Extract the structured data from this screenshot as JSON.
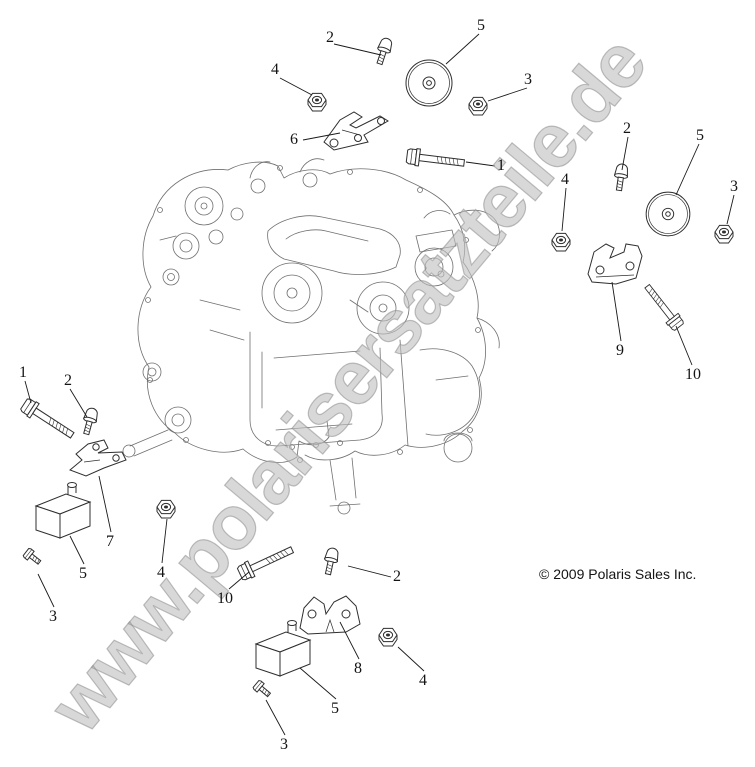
{
  "diagram": {
    "watermark": "www.polarisersatzteile.de",
    "copyright": "© 2009 Polaris Sales Inc.",
    "callouts": [
      {
        "label": "2",
        "part": "flange-screw"
      },
      {
        "label": "5",
        "part": "rubber-isolator-mount"
      },
      {
        "label": "4",
        "part": "flange-nut"
      },
      {
        "label": "3",
        "part": "flange-nut"
      },
      {
        "label": "6",
        "part": "engine-mount-bracket"
      },
      {
        "label": "1",
        "part": "hex-bolt"
      },
      {
        "label": "2",
        "part": "flange-screw"
      },
      {
        "label": "5",
        "part": "rubber-isolator-mount"
      },
      {
        "label": "4",
        "part": "flange-nut"
      },
      {
        "label": "3",
        "part": "flange-nut"
      },
      {
        "label": "9",
        "part": "engine-mount-bracket"
      },
      {
        "label": "10",
        "part": "hex-bolt"
      },
      {
        "label": "1",
        "part": "hex-bolt"
      },
      {
        "label": "2",
        "part": "flange-screw"
      },
      {
        "label": "7",
        "part": "engine-mount-bracket"
      },
      {
        "label": "5",
        "part": "mount-block"
      },
      {
        "label": "3",
        "part": "screw"
      },
      {
        "label": "4",
        "part": "flange-nut"
      },
      {
        "label": "10",
        "part": "hex-bolt"
      },
      {
        "label": "2",
        "part": "flange-screw"
      },
      {
        "label": "8",
        "part": "engine-mount-bracket"
      },
      {
        "label": "4",
        "part": "flange-nut"
      },
      {
        "label": "5",
        "part": "mount-block"
      },
      {
        "label": "3",
        "part": "screw"
      }
    ]
  }
}
